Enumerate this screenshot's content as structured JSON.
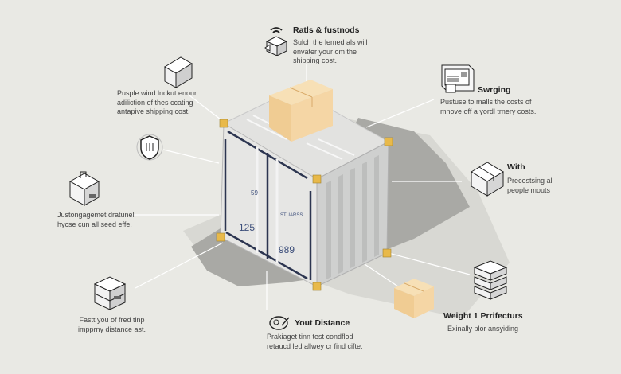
{
  "callouts": {
    "top": {
      "title": "Ratls & fustnods",
      "lines": [
        "Sulch the lemed als will",
        "envater your om the",
        "shipping cost."
      ]
    },
    "left_upper": {
      "lines": [
        "Pusple wind lnckut enour",
        "adiliction of thes ccating",
        "antapive shipping cost."
      ]
    },
    "left_mid": {
      "lines": [
        "Justongagemet dratunel",
        "hycse cun all seed effe."
      ]
    },
    "left_lower": {
      "lines": [
        "Fastt you of fred tinp",
        "impprny distance ast."
      ]
    },
    "bottom": {
      "title": "Yout Distance",
      "lines": [
        "Prakiaget tinn test condflod",
        "retaucd led allwey cr find cifte."
      ]
    },
    "right_top": {
      "title": "Swrging",
      "lines": [
        "Pustuse to malls the costs of",
        "mnove off a yordl trnery costs."
      ]
    },
    "right_mid": {
      "title": "With",
      "lines": [
        "Precestsing all",
        "people mouts"
      ]
    },
    "right_lower": {
      "title": "Weight 1 Prrifecturs",
      "lines": [
        "Exinally plor ansyiding"
      ]
    }
  },
  "container": {
    "door_code_left": "125",
    "door_code_right": "989",
    "brand": "STUARSS",
    "small_code": "59"
  },
  "colors": {
    "background": "#e9e9e4",
    "box": "#f3d3a0",
    "container": "#dcdcdc",
    "corner": "#e8b94a",
    "shadow": "#a9a9a5"
  }
}
